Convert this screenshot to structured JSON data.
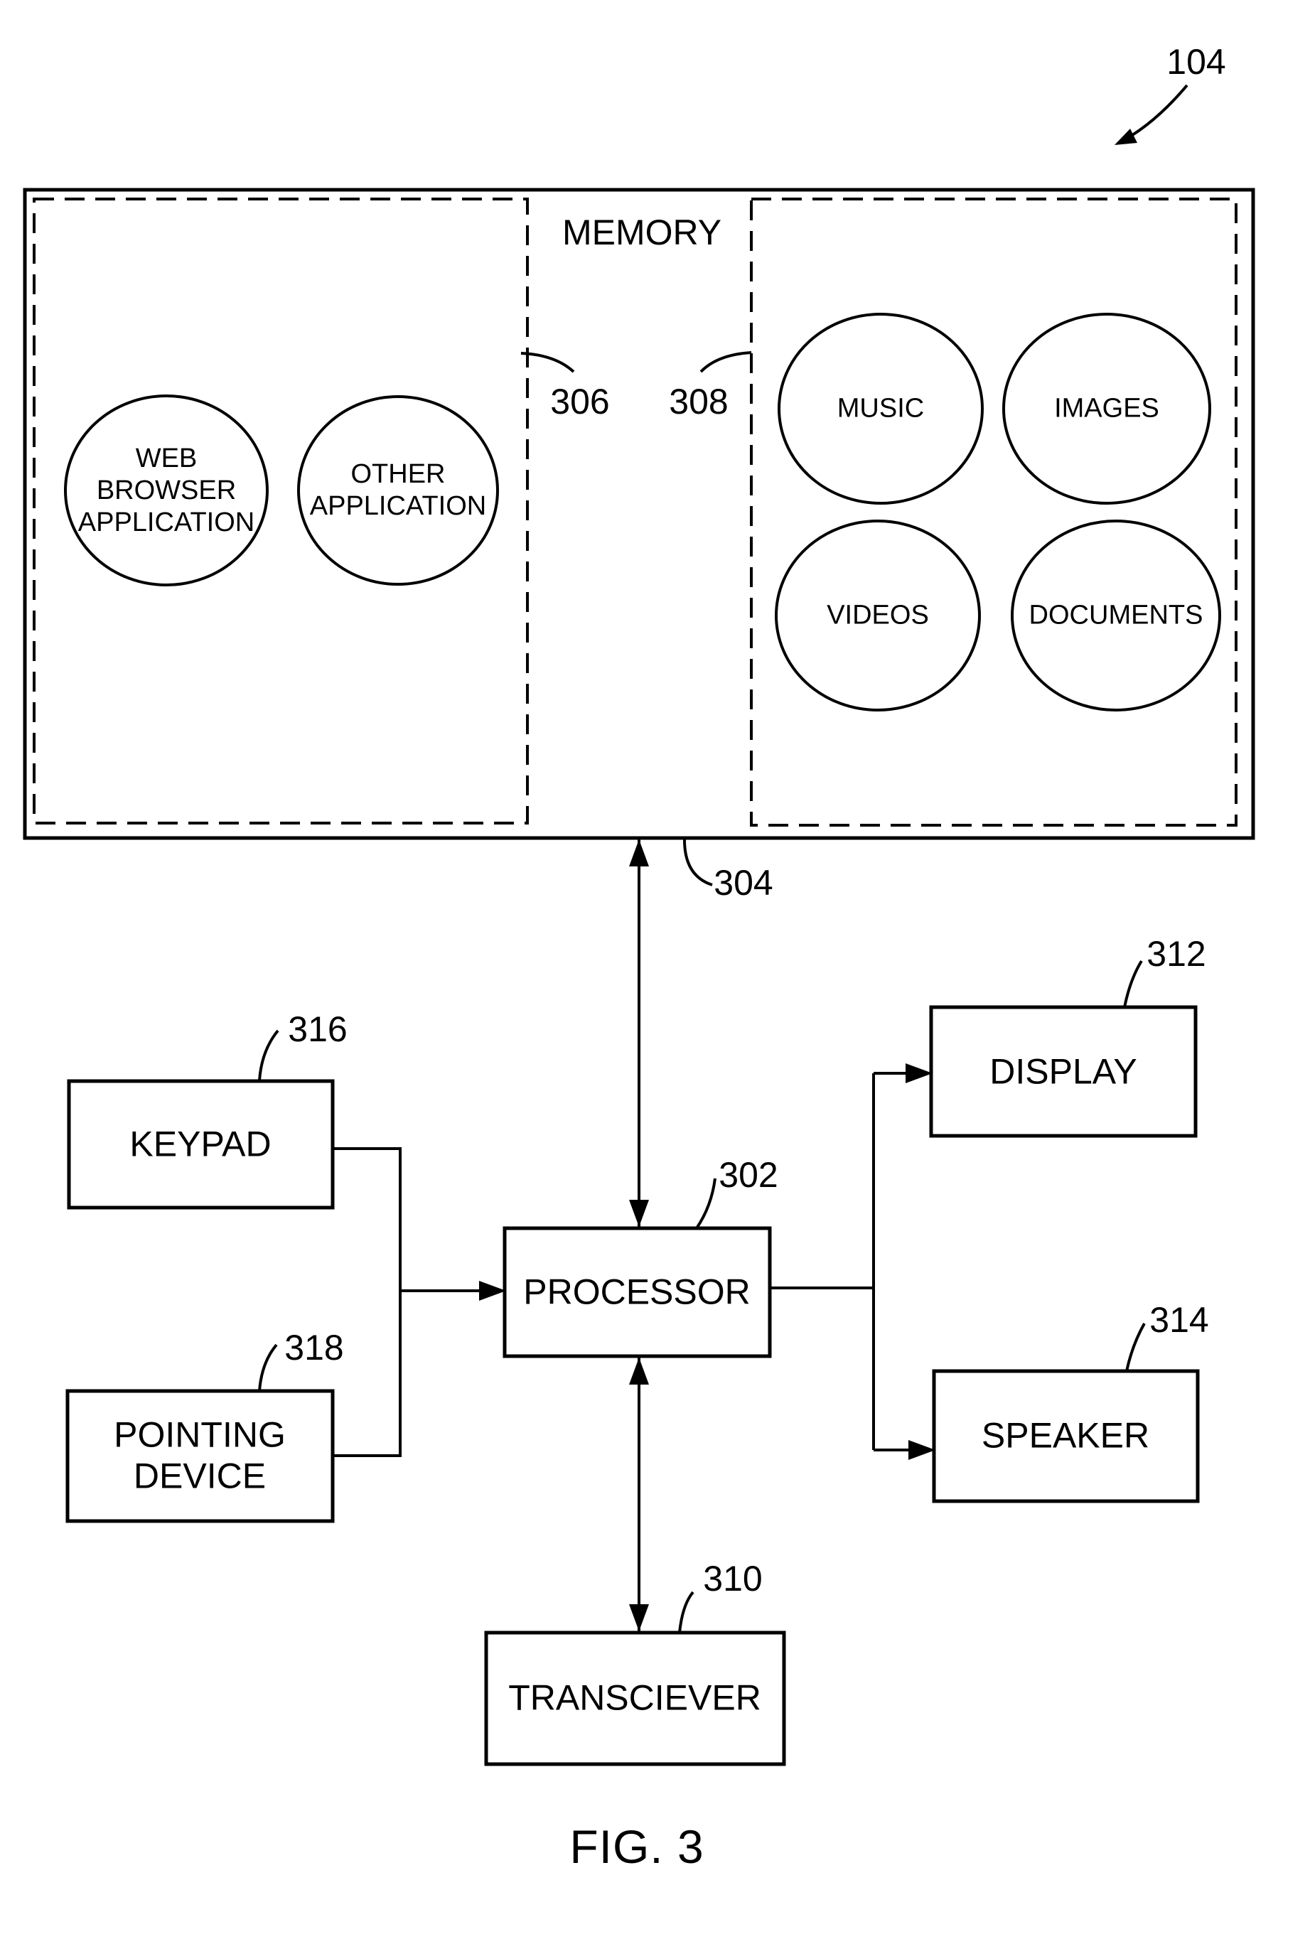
{
  "figure": {
    "caption": "FIG. 3",
    "device_ref": "104"
  },
  "memory": {
    "title": "MEMORY",
    "bus_ref": "304",
    "applications_group": {
      "ref": "306",
      "circles": [
        {
          "lines": [
            "WEB",
            "BROWSER",
            "APPLICATION"
          ]
        },
        {
          "lines": [
            "OTHER",
            "APPLICATION"
          ]
        }
      ]
    },
    "content_group": {
      "ref": "308",
      "circles": [
        {
          "label": "MUSIC"
        },
        {
          "label": "IMAGES"
        },
        {
          "label": "VIDEOS"
        },
        {
          "label": "DOCUMENTS"
        }
      ]
    }
  },
  "components": {
    "processor": {
      "label": "PROCESSOR",
      "ref": "302"
    },
    "keypad": {
      "label": "KEYPAD",
      "ref": "316"
    },
    "pointing_device": {
      "lines": [
        "POINTING",
        "DEVICE"
      ],
      "ref": "318"
    },
    "display": {
      "label": "DISPLAY",
      "ref": "312"
    },
    "speaker": {
      "label": "SPEAKER",
      "ref": "314"
    },
    "transceiver": {
      "label": "TRANSCIEVER",
      "ref": "310"
    }
  },
  "colors": {
    "ink": "#000000",
    "background": "#ffffff"
  }
}
